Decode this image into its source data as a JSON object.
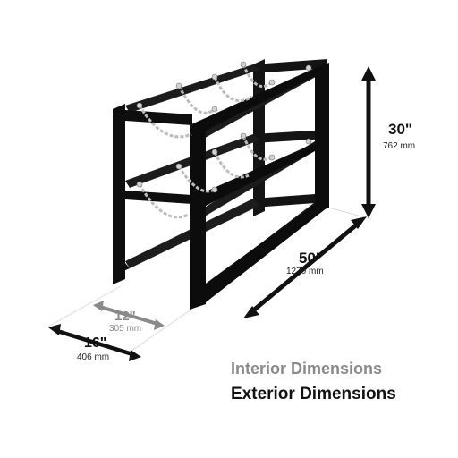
{
  "product": "cylinder-rack-two-tier",
  "dimensions": {
    "height": {
      "inches": "30\"",
      "mm": "762 mm"
    },
    "length": {
      "inches": "50\"",
      "mm": "1270 mm"
    },
    "interior_depth": {
      "inches": "12\"",
      "mm": "305 mm"
    },
    "exterior_depth": {
      "inches": "16\"",
      "mm": "406 mm"
    }
  },
  "legend": {
    "interior": "Interior Dimensions",
    "exterior": "Exterior Dimensions"
  },
  "colors": {
    "frame": "#111111",
    "chain": "#b9bcc0",
    "interior_text": "#8a8a8a",
    "exterior_text": "#111111",
    "floor_line": "#d9d9d9"
  }
}
